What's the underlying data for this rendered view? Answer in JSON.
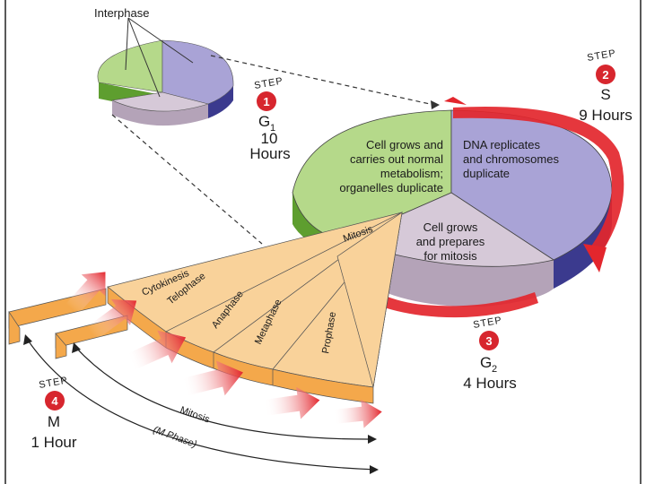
{
  "small_pie": {
    "title": "Interphase"
  },
  "pie": {
    "g1_text": [
      "Cell grows and",
      "carries out normal",
      "metabolism;",
      "organelles duplicate"
    ],
    "s_text": [
      "DNA replicates",
      "and chromosomes",
      "duplicate"
    ],
    "g2_text": [
      "Cell grows",
      "and prepares",
      "for mitosis"
    ],
    "mitosis_label": "Mitosis"
  },
  "phases": [
    "Cytokinesis",
    "Telophase",
    "Anaphase",
    "Metaphase",
    "Prophase"
  ],
  "steps": [
    {
      "word": "STEP",
      "number": "1",
      "phase": "G",
      "sub": "1",
      "duration_lines": [
        "10",
        "Hours"
      ]
    },
    {
      "word": "STEP",
      "number": "2",
      "phase": "S",
      "sub": "",
      "duration_lines": [
        "9 Hours"
      ]
    },
    {
      "word": "STEP",
      "number": "3",
      "phase": "G",
      "sub": "2",
      "duration_lines": [
        "4 Hours"
      ]
    },
    {
      "word": "STEP",
      "number": "4",
      "phase": "M",
      "sub": "",
      "duration_lines": [
        "1 Hour"
      ]
    }
  ],
  "mitosis_arrow": {
    "line1": "Mitosis",
    "line2": "(M Phase)"
  },
  "colors": {
    "g1": "#b5d98a",
    "s": "#a9a3d6",
    "g2": "#d6c9d8",
    "m": "#f7c27a",
    "arrow": "#e3262d",
    "badge": "#d7262e"
  }
}
